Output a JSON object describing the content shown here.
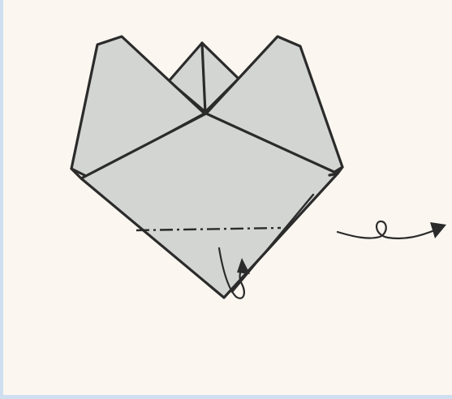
{
  "diagram": {
    "step": "fold-up-along-dash-dot-line-then-turn-over",
    "colors": {
      "paper": "#fbf7f0",
      "model_fill": "#d3d5d2",
      "stroke": "#2b2b2b",
      "frame": "#d6e4f2"
    },
    "symbols": [
      "valley-fold-line",
      "fold-up-arrow",
      "turn-over-arrow"
    ]
  }
}
